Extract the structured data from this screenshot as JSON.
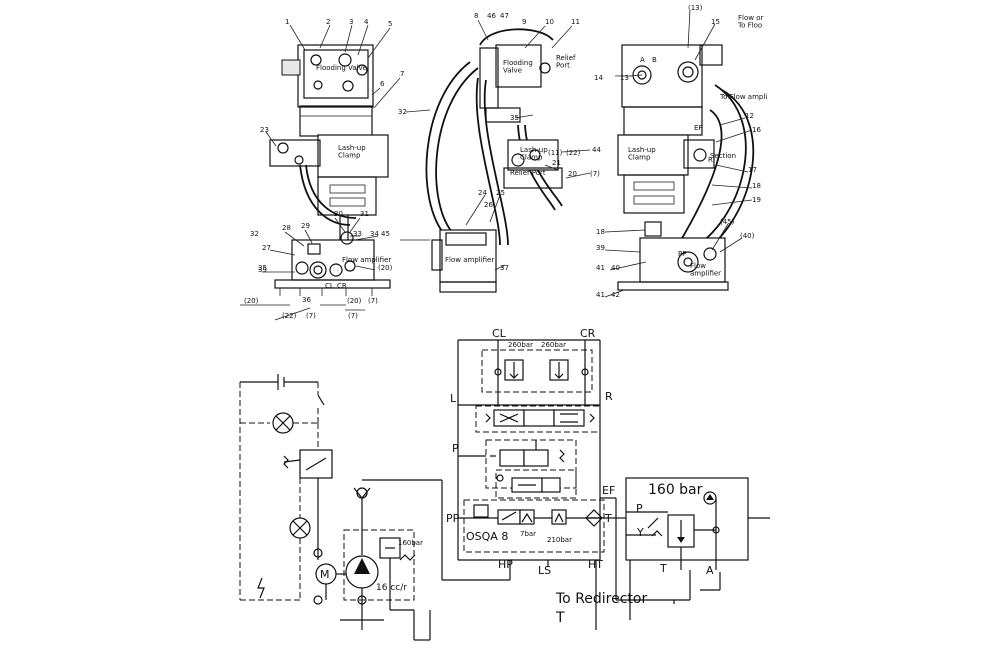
{
  "views": {
    "left": {
      "flooding_valve": "Flooding\nValve",
      "lashup_clamp": "Lash-up\nClamp",
      "flow_amplifier": "Flow amplifier",
      "callouts": [
        "1",
        "2",
        "3",
        "4",
        "5",
        "6",
        "7",
        "23",
        "27",
        "28",
        "29",
        "30",
        "31",
        "32",
        "33",
        "34",
        "35",
        "36",
        "39",
        "45",
        "(20)",
        "(22)",
        "(7)",
        "(20)",
        "(7)",
        "(20)",
        "(7)",
        "CL",
        "CR"
      ]
    },
    "middle": {
      "flooding_valve": "Flooding\nValve",
      "relief_port_top": "Relief\nPort",
      "lashup_clamp": "Lash-up\nClamp",
      "relief_port": "Relief Port",
      "flow_amplifier": "Flow amplifier",
      "callouts": [
        "8",
        "46",
        "47",
        "10",
        "9",
        "11",
        "32",
        "35",
        "21",
        "24",
        "25",
        "26",
        "37",
        "(11)",
        "(22)",
        "44",
        "20",
        "(7)"
      ]
    },
    "right": {
      "flow_or": "Flow or\nTo Floo",
      "to_flow_amp": "To Flow ampli",
      "lashup_clamp": "Lash-up\nClamp",
      "flow_amplifier": "Flow\namplifier",
      "section": "Section",
      "callouts": [
        "(13)",
        "15",
        "14",
        "13",
        "12",
        "16",
        "17",
        "18",
        "19",
        "18",
        "39",
        "41",
        "40",
        "41",
        "42",
        "(45)",
        "(40)",
        "R",
        "EF",
        "PP",
        "A",
        "B"
      ]
    }
  },
  "schematic": {
    "port_cl": "CL",
    "port_cr": "CR",
    "press_left": "260bar",
    "press_right": "260bar",
    "port_l": "L",
    "port_r": "R",
    "port_p": "P",
    "port_ef": "EF",
    "port_pp": "PP",
    "port_t": "T",
    "model": "OSQA 8",
    "press_7": "7bar",
    "press_210": "210bar",
    "port_hp": "HP",
    "port_ls": "LS",
    "port_ht": "HT",
    "to_redirector": "To Redirector",
    "t_bottom": "T",
    "pump_press": "160bar",
    "pump_disp": "16 cc/r",
    "motor": "M",
    "relief_box_press": "160 bar",
    "relief_p": "P",
    "relief_y": "Y",
    "relief_t": "T",
    "relief_a": "A"
  }
}
